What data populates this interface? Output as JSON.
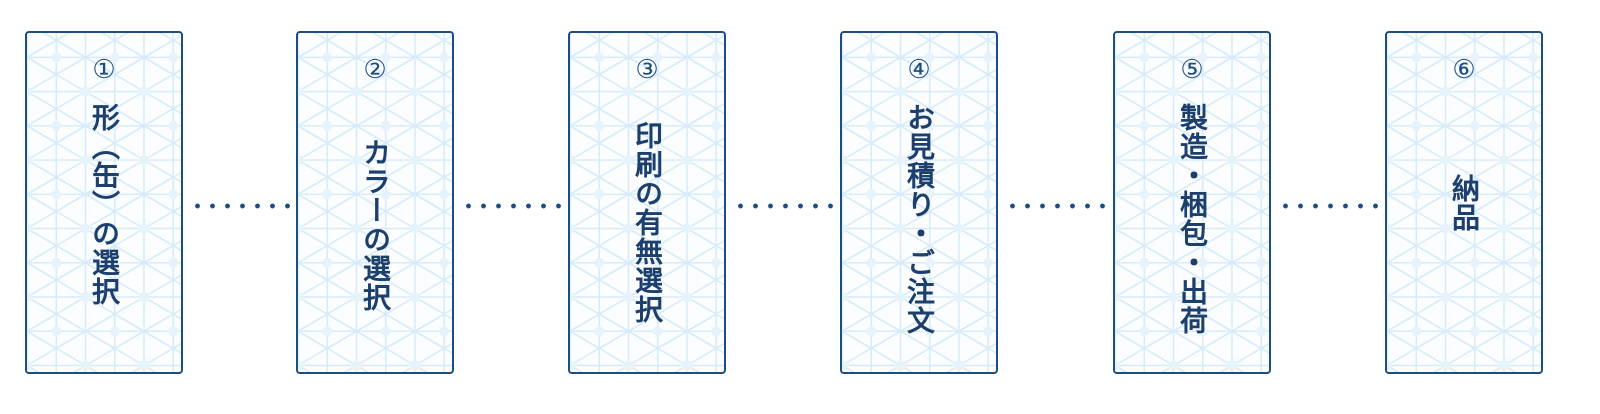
{
  "flow": {
    "title_visible": false,
    "colors": {
      "border": "#1d4e80",
      "text": "#1d3f6e",
      "pattern": "#d7ecf8",
      "dots": "#1d4e80",
      "background": "#ffffff"
    },
    "pattern_name": "asanoha-hemp-leaf",
    "steps": [
      {
        "number": "①",
        "label": "形︵缶︶の選択"
      },
      {
        "number": "②",
        "label": "カラーの選択"
      },
      {
        "number": "③",
        "label": "印刷の有無選択"
      },
      {
        "number": "④",
        "label": "お見積り・ご注文"
      },
      {
        "number": "⑤",
        "label": "製造・梱包・出荷"
      },
      {
        "number": "⑥",
        "label": "納品"
      }
    ],
    "connector_style": "dotted"
  }
}
